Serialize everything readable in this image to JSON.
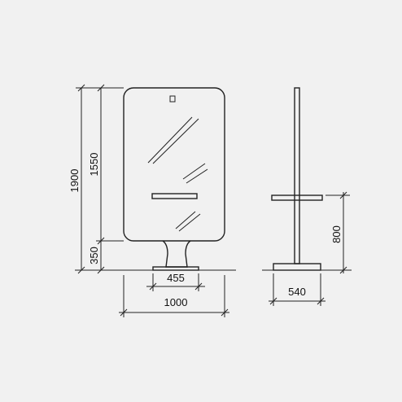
{
  "colors": {
    "background": "#f1f1f1",
    "stroke": "#222222",
    "fill": "#ffffff"
  },
  "dimensions": {
    "total_height": "1900",
    "mirror_height": "1550",
    "stand_height": "350",
    "base_width": "455",
    "total_width": "1000",
    "side_shelf_height": "800",
    "side_base_depth": "540"
  }
}
